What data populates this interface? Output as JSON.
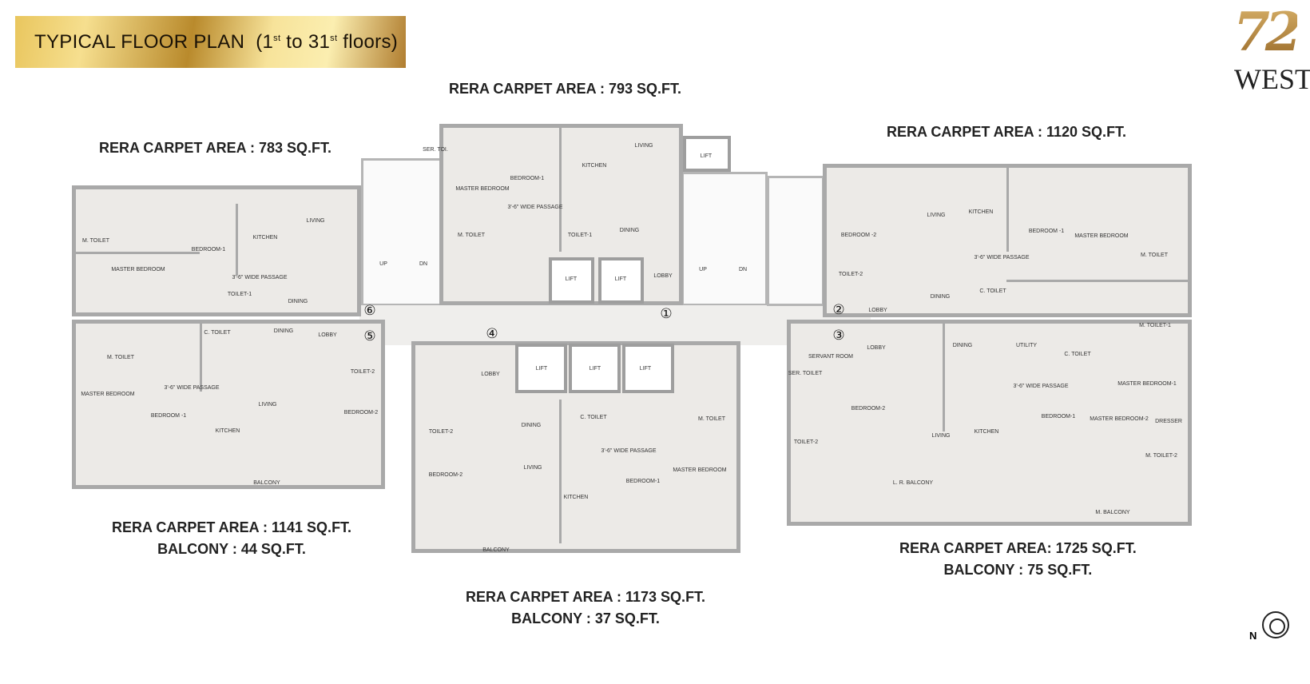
{
  "title": {
    "main": "TYPICAL FLOOR PLAN",
    "range_open": "(1",
    "sup1": "st",
    "to": " to 31",
    "sup2": "st",
    "close": " floors)"
  },
  "logo": {
    "number": "72",
    "word": "WEST",
    "color": "#b8873b"
  },
  "units": [
    {
      "area": "RERA CARPET AREA : 793 SQ.FT.",
      "rooms": [
        "SER. TOI.",
        "MASTER BEDROOM",
        "BEDROOM-1",
        "KITCHEN",
        "LIVING",
        "3'-6\" WIDE PASSAGE",
        "M. TOILET",
        "TOILET-1",
        "DINING",
        "LIFT",
        "LOBBY",
        "LIFT",
        "LIFT"
      ]
    },
    {
      "area": "RERA CARPET AREA : 783 SQ.FT.",
      "rooms": [
        "M. TOILET",
        "MASTER BEDROOM",
        "BEDROOM-1",
        "KITCHEN",
        "LIVING",
        "3'-6\" WIDE PASSAGE",
        "TOILET-1",
        "DINING"
      ]
    },
    {
      "area": "RERA CARPET AREA : 1141 SQ.FT.",
      "balcony": "BALCONY : 44 SQ.FT.",
      "rooms": [
        "C. TOILET",
        "DINING",
        "LOBBY",
        "M. TOILET",
        "TOILET-2",
        "3'-6\" WIDE PASSAGE",
        "MASTER BEDROOM",
        "BEDROOM -1",
        "LIVING",
        "BEDROOM-2",
        "KITCHEN",
        "BALCONY"
      ]
    },
    {
      "area": "RERA CARPET AREA : 1173 SQ.FT.",
      "balcony": "BALCONY : 37 SQ.FT.",
      "rooms": [
        "TOILET-2",
        "DINING",
        "C. TOILET",
        "M. TOILET",
        "3'-6\" WIDE PASSAGE",
        "BEDROOM-2",
        "LIVING",
        "MASTER BEDROOM",
        "BEDROOM-1",
        "KITCHEN",
        "BALCONY",
        "LOBBY",
        "LIFT",
        "LIFT",
        "LIFT"
      ]
    },
    {
      "area": "RERA CARPET AREA : 1120 SQ.FT.",
      "rooms": [
        "BEDROOM -2",
        "LIVING",
        "KITCHEN",
        "BEDROOM -1",
        "MASTER BEDROOM",
        "3'-6\" WIDE PASSAGE",
        "M. TOILET",
        "TOILET-2",
        "C. TOILET",
        "DINING",
        "LOBBY"
      ]
    },
    {
      "area": "RERA CARPET AREA: 1725 SQ.FT.",
      "balcony": "BALCONY : 75 SQ.FT.",
      "rooms": [
        "LOBBY",
        "DINING",
        "UTILITY",
        "C. TOILET",
        "M. TOILET-1",
        "SER. TOILET",
        "SERVANT ROOM",
        "MASTER BEDROOM-1",
        "3'-6\" WIDE PASSAGE",
        "BEDROOM-2",
        "BEDROOM-1",
        "MASTER BEDROOM-2",
        "DRESSER",
        "TOILET-2",
        "LIVING",
        "KITCHEN",
        "M. TOILET-2",
        "L. R. BALCONY",
        "M. BALCONY"
      ]
    }
  ],
  "stairs": [
    "UP",
    "DN",
    "UP",
    "DN"
  ],
  "entries": [
    "①",
    "②",
    "③",
    "④",
    "⑤",
    "⑥"
  ],
  "compass": {
    "label": "N",
    "icon": "north-arrow-icon"
  }
}
